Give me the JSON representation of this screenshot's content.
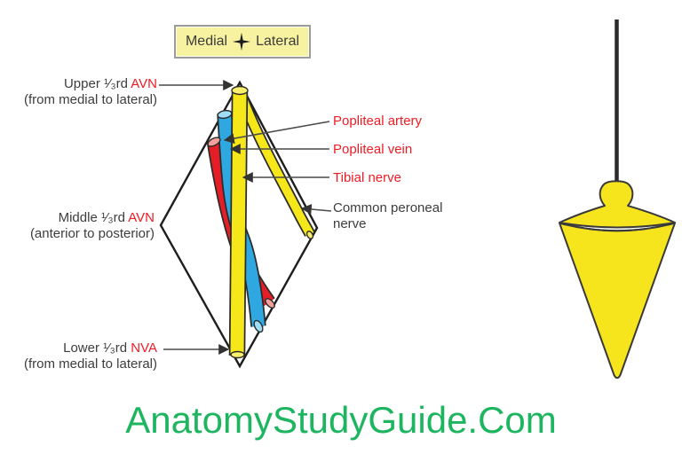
{
  "title_box": {
    "left": "Medial",
    "right": "Lateral"
  },
  "left_labels": {
    "upper": {
      "prefix": "Upper ¹⁄₃rd",
      "abbr": "AVN",
      "detail": "(from medial to lateral)"
    },
    "middle": {
      "prefix": "Middle ¹⁄₃rd",
      "abbr": "AVN",
      "detail": "(anterior to posterior)"
    },
    "lower": {
      "prefix": "Lower ¹⁄₃rd",
      "abbr": "NVA",
      "detail": "(from medial to lateral)"
    }
  },
  "right_labels": {
    "artery": "Popliteal artery",
    "vein": "Popliteal vein",
    "tibial_nerve": "Tibial nerve",
    "peroneal_nerve": "Common peroneal nerve"
  },
  "footer": {
    "watermark": "AnatomyStudyGuide.Com"
  },
  "icons": {
    "compass_star": "four-pointed-star"
  },
  "colors": {
    "artery_red": "#E41E26",
    "artery_red_light": "#F6A09B",
    "vein_blue": "#2FA8E1",
    "vein_blue_light": "#9FDCF5",
    "nerve_yellow": "#F5E719",
    "nerve_yellow_light": "#FBF06B",
    "plumb_yellow": "#F6E41C",
    "label_red": "#ED1C24",
    "label_dark": "#3D3D3D",
    "watermark_green": "#1DB560",
    "box_bg": "#F7F2A0"
  }
}
